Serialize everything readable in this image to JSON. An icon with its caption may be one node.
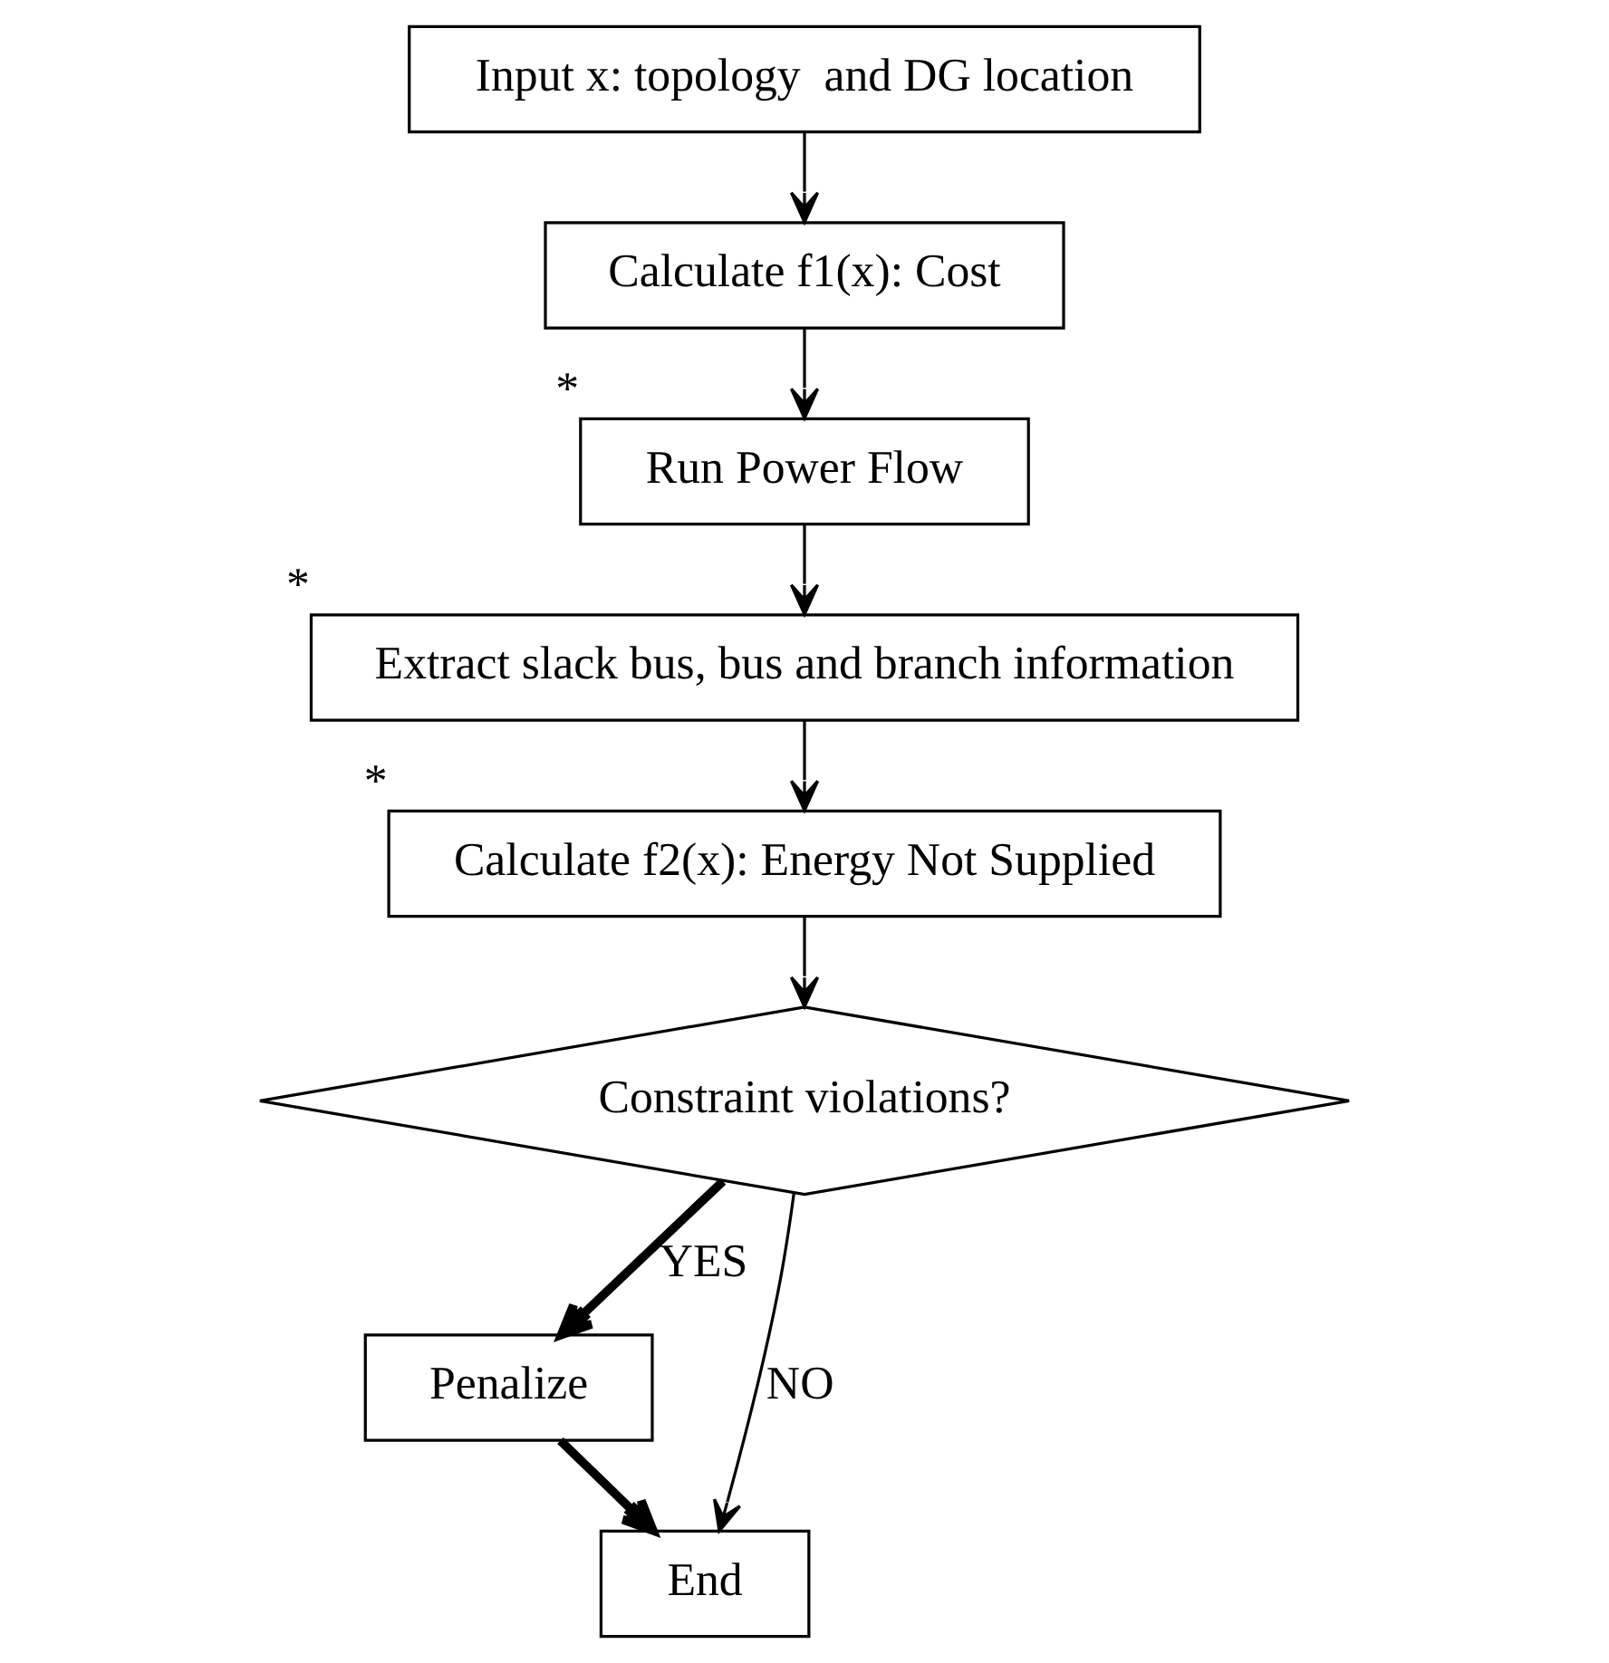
{
  "diagram": {
    "nodes": [
      {
        "text": [
          "Input x: topology  and DG location"
        ]
      },
      {
        "text": [
          "Calculate f1(x): Cost"
        ]
      },
      {
        "text": [
          "Run Power Flow"
        ],
        "beside": [
          "*"
        ]
      },
      {
        "text": [
          "Extract slack bus, bus and branch information"
        ],
        "beside": [
          "*"
        ]
      },
      {
        "text": [
          "Calculate f2(x): Energy Not Supplied"
        ],
        "beside": [
          "*"
        ]
      },
      {
        "text": [
          "Constraint violations?"
        ]
      },
      {
        "text": [
          "Penalize"
        ]
      },
      {
        "text": [
          "End"
        ]
      }
    ],
    "edges": [
      {
        "from": 0,
        "to": 1,
        "arrow": "to"
      },
      {
        "from": 1,
        "to": 2,
        "arrow": "to"
      },
      {
        "from": 2,
        "to": 3,
        "arrow": "to"
      },
      {
        "from": 3,
        "to": 4,
        "arrow": "to"
      },
      {
        "from": 4,
        "to": 5,
        "arrow": "to"
      },
      {
        "from": 5,
        "to": 6,
        "arrow": "to",
        "label": "YES",
        "style": "thick"
      },
      {
        "from": 5,
        "to": 7,
        "arrow": "to",
        "label": "NO"
      },
      {
        "from": 6,
        "to": 7,
        "arrow": "to",
        "style": "thick"
      }
    ]
  }
}
